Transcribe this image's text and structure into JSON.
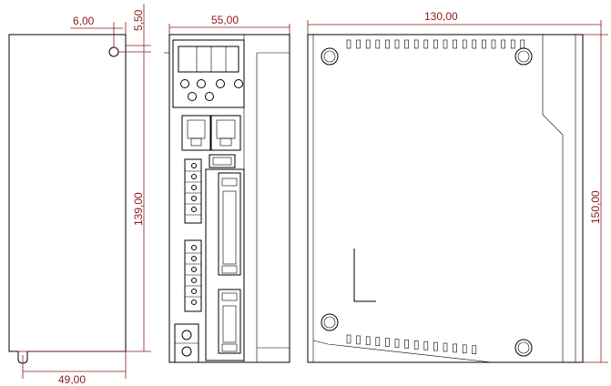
{
  "dimensions": {
    "hole_offset_x": "6,00",
    "hole_offset_y": "5,50",
    "side_height": "139,00",
    "side_bottom_width": "49,00",
    "front_width": "55,00",
    "right_width": "130,00",
    "right_height": "150,00"
  },
  "colors": {
    "outline": "#000000",
    "dimension": "#8b1a1a",
    "background": "#ffffff"
  }
}
